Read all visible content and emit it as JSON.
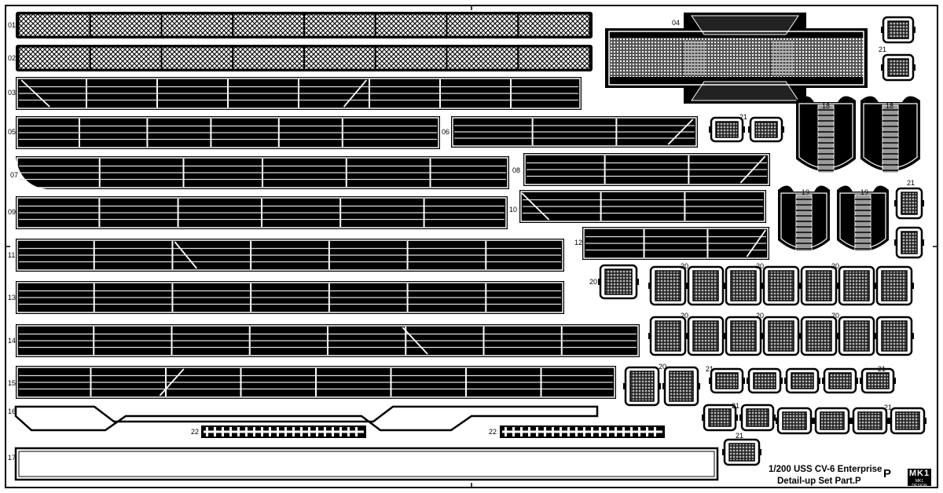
{
  "sheet": {
    "title_line1": "1/200 USS CV-6 Enterprise",
    "title_line2": "Detail-up Set Part.P",
    "part_letter": "P",
    "logo_mark": "MK1",
    "logo_text": "MK1 DESIGN"
  },
  "part_numbers": {
    "p01": "01",
    "p02": "02",
    "p03": "03",
    "p04": "04",
    "p05": "05",
    "p06": "06",
    "p07": "07",
    "p08": "08",
    "p09": "09",
    "p10": "10",
    "p11": "11",
    "p12": "12",
    "p13": "13",
    "p14": "14",
    "p15": "15",
    "p16": "16",
    "p17": "17",
    "p18": "18",
    "p19": "19",
    "p20": "20",
    "p21": "21",
    "p22": "22"
  }
}
